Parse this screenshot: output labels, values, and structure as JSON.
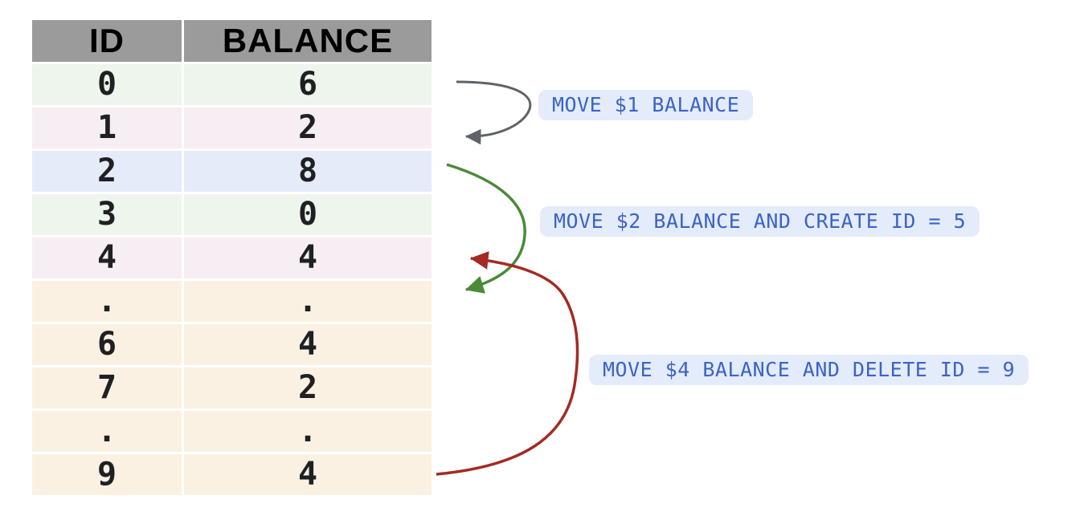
{
  "table": {
    "headers": [
      "ID",
      "BALANCE"
    ],
    "rows": [
      {
        "id": "0",
        "balance": "6",
        "color": "green"
      },
      {
        "id": "1",
        "balance": "2",
        "color": "pink"
      },
      {
        "id": "2",
        "balance": "8",
        "color": "blue"
      },
      {
        "id": "3",
        "balance": "0",
        "color": "green"
      },
      {
        "id": "4",
        "balance": "4",
        "color": "pink"
      },
      {
        "id": ".",
        "balance": ".",
        "color": "cream"
      },
      {
        "id": "6",
        "balance": "4",
        "color": "cream"
      },
      {
        "id": "7",
        "balance": "2",
        "color": "cream"
      },
      {
        "id": ".",
        "balance": ".",
        "color": "cream"
      },
      {
        "id": "9",
        "balance": "4",
        "color": "cream"
      }
    ]
  },
  "annotations": [
    {
      "label": "MOVE $1 BALANCE",
      "arrow_color": "#5f6368"
    },
    {
      "label": "MOVE $2 BALANCE AND CREATE ID = 5",
      "arrow_color": "#4a8a38"
    },
    {
      "label": "MOVE $4 BALANCE AND DELETE ID = 9",
      "arrow_color": "#a32b22"
    }
  ],
  "colors": {
    "header_bg": "#9b9b9b",
    "row_green": "#eef5ec",
    "row_pink": "#f6eef3",
    "row_blue": "#e5ebf8",
    "row_cream": "#faf1e2",
    "pill_bg": "#e4ebfa",
    "pill_text": "#3a64c8",
    "cell_text": "#1f2023"
  }
}
